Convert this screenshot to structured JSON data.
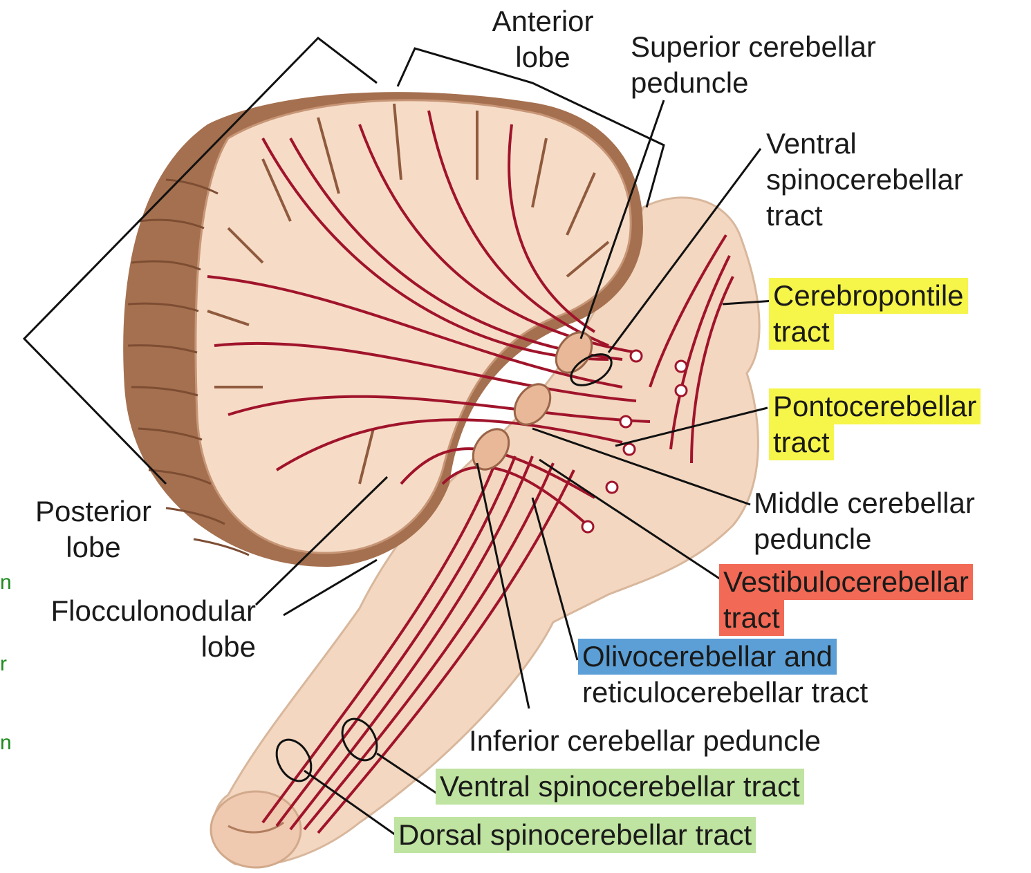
{
  "labels": {
    "anterior_lobe": [
      "Anterior",
      "lobe"
    ],
    "superior_peduncle": [
      "Superior cerebellar",
      "peduncle"
    ],
    "ventral_spino_top": [
      "Ventral",
      "spinocerebellar",
      "tract"
    ],
    "cerebropontile": [
      "Cerebropontile",
      "tract"
    ],
    "pontocerebellar": [
      "Pontocerebellar",
      "tract"
    ],
    "middle_peduncle": [
      "Middle cerebellar",
      "peduncle"
    ],
    "vestibulocerebellar": [
      "Vestibulocerebellar",
      "tract"
    ],
    "olivocerebellar": [
      "Olivocerebellar and",
      "reticulocerebellar tract"
    ],
    "inferior_peduncle": "Inferior cerebellar peduncle",
    "ventral_spino_bottom": "Ventral spinocerebellar tract",
    "dorsal_spino": "Dorsal spinocerebellar tract",
    "posterior_lobe": [
      "Posterior",
      "lobe"
    ],
    "flocculonodular": [
      "Flocculonodular",
      "lobe"
    ]
  },
  "side_fragments": [
    "n",
    "r",
    "n"
  ],
  "colors": {
    "highlight_yellow": "#f6f54a",
    "highlight_red": "#f26a55",
    "highlight_blue": "#5b9fd6",
    "highlight_green": "#bfe3a0",
    "tract_red": "#a0142b",
    "tissue": "#f6dcc7",
    "cortex_brown": "#a5704f",
    "side_text_green": "#1f8a1f"
  }
}
